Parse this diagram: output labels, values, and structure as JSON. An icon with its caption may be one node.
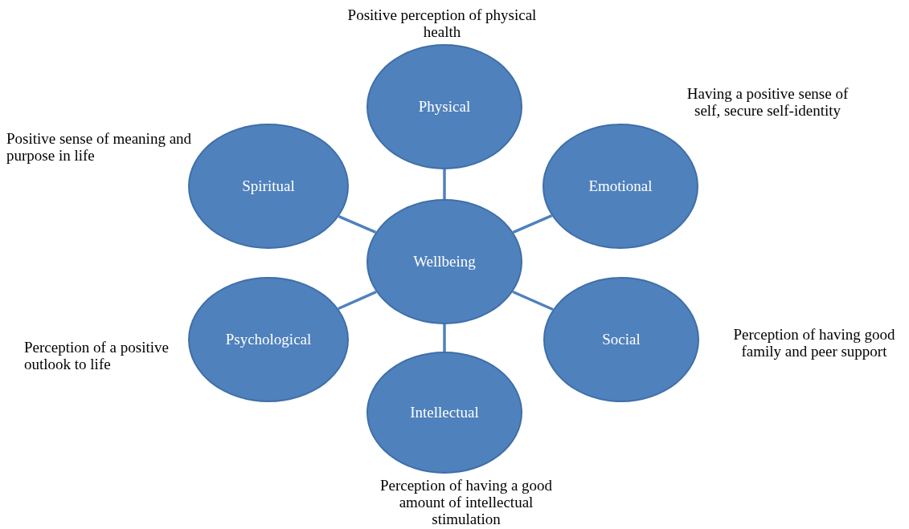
{
  "diagram": {
    "nodes": [
      {
        "text": [
          "Physical"
        ],
        "beside": [
          "Positive perception of physical health"
        ]
      },
      {
        "text": [
          "Spiritual"
        ],
        "beside": [
          "Positive sense of meaning and purpose in life"
        ]
      },
      {
        "text": [
          "Emotional"
        ],
        "beside": [
          "Having a positive sense of self, secure self-identity"
        ]
      },
      {
        "text": [
          "Wellbeing"
        ]
      },
      {
        "text": [
          "Psychological"
        ],
        "beside": [
          "Perception of a positive outlook to life"
        ]
      },
      {
        "text": [
          "Social"
        ],
        "beside": [
          "Perception of  having good family and peer support"
        ]
      },
      {
        "text": [
          "Intellectual"
        ],
        "beside": [
          "Perception of having a good amount of intellectual stimulation"
        ]
      }
    ],
    "edges": [
      {
        "from": 3,
        "to": 0,
        "arrow": "none"
      },
      {
        "from": 3,
        "to": 1,
        "arrow": "none"
      },
      {
        "from": 3,
        "to": 2,
        "arrow": "none"
      },
      {
        "from": 3,
        "to": 4,
        "arrow": "none"
      },
      {
        "from": 3,
        "to": 5,
        "arrow": "none"
      },
      {
        "from": 3,
        "to": 6,
        "arrow": "none"
      }
    ]
  }
}
